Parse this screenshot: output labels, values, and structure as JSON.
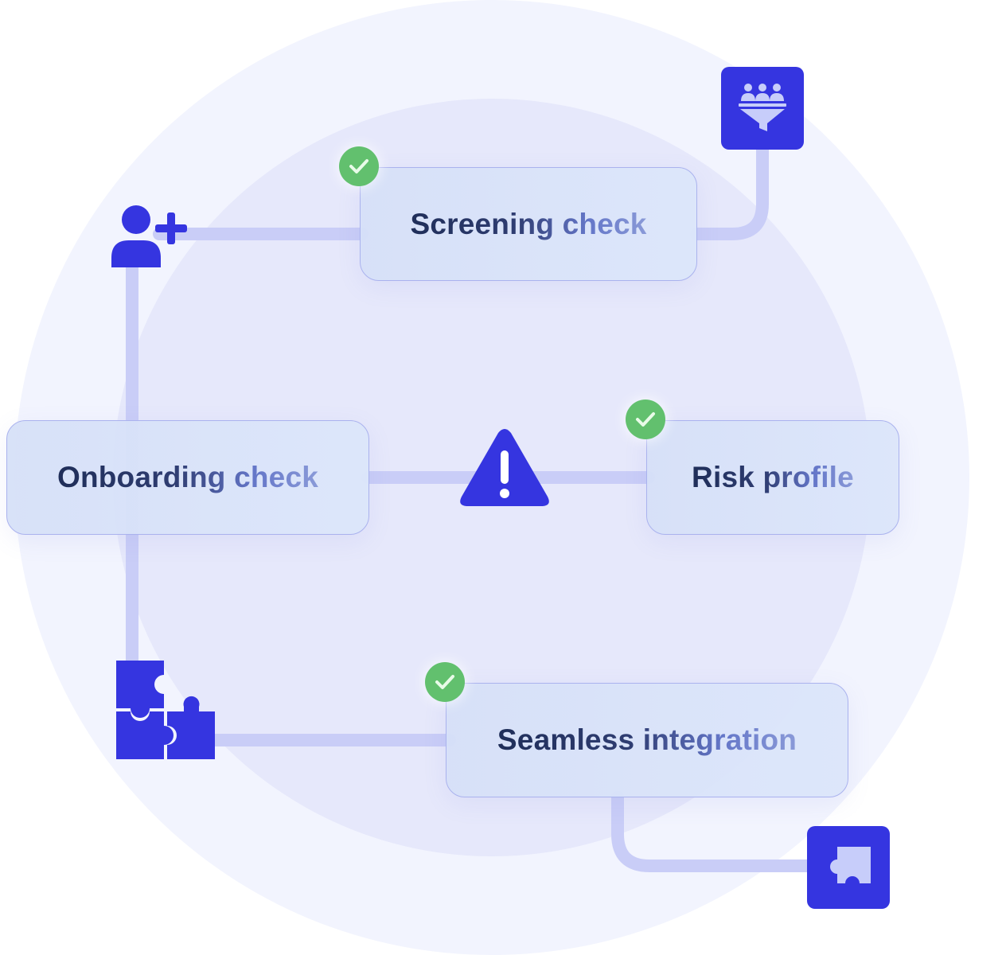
{
  "nodes": {
    "screening": {
      "label": "Screening check"
    },
    "onboarding": {
      "label": "Onboarding check"
    },
    "risk": {
      "label": "Risk profile"
    },
    "integration": {
      "label": "Seamless integration"
    }
  },
  "icons": {
    "add_user": "add-user-icon",
    "funnel": "people-funnel-icon",
    "warning": "warning-triangle-icon",
    "puzzle_group": "puzzle-pieces-icon",
    "puzzle_tile": "puzzle-piece-icon",
    "check": "check-circle-icon"
  },
  "colors": {
    "accent": "#3535e0",
    "check": "#62c06e",
    "text": "#1f2e59",
    "connector": "#c9cdf7"
  }
}
